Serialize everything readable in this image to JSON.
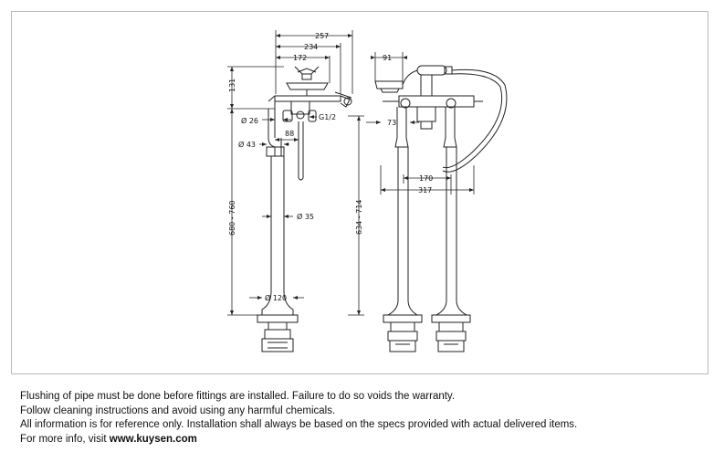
{
  "drawing": {
    "dimensions": {
      "d257": "257",
      "d234": "234",
      "d172": "172",
      "d91": "91",
      "d131": "131",
      "d26": "Ø 26",
      "g12": "G1/2",
      "d88": "88",
      "d43": "Ø 43",
      "d73": "73",
      "d170": "170",
      "d317": "317",
      "d35": "Ø 35",
      "h680": "680 - 760",
      "h634": "634 - 714",
      "d120": "Ø 120"
    }
  },
  "notes": {
    "line1": "Flushing of pipe must be done before fittings are installed. Failure to do so voids the warranty.",
    "line2": "Follow cleaning instructions and avoid using any harmful chemicals.",
    "line3": "All information is for reference only. Installation shall always be based on the specs provided with actual delivered items.",
    "line4_prefix": "For more info, visit ",
    "line4_link": "www.kuysen.com"
  }
}
